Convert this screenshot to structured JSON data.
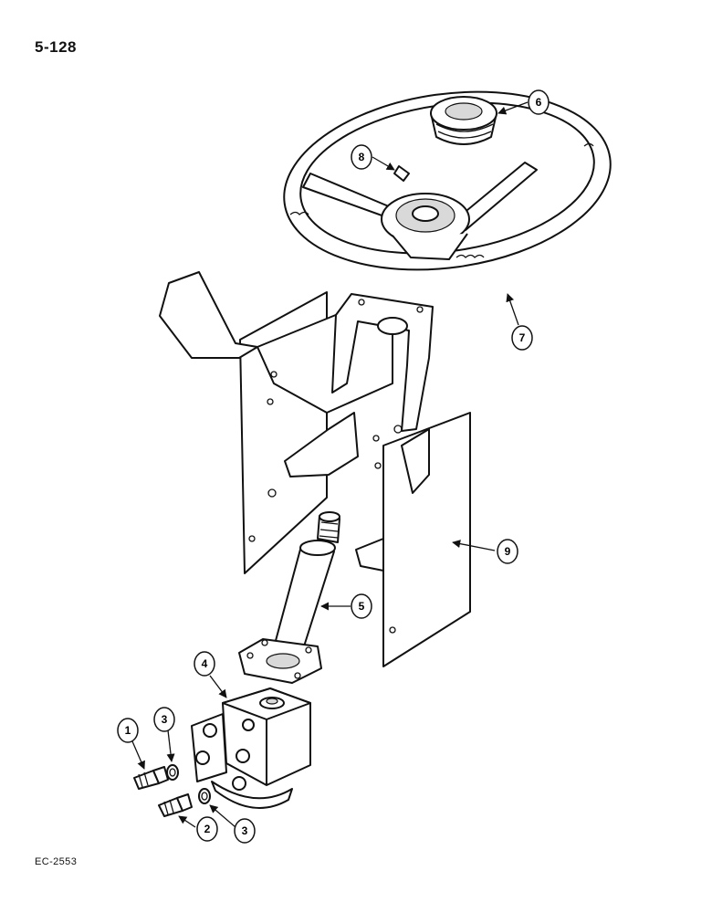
{
  "page_number": "5-128",
  "figure_code": "EC-2553",
  "callouts": {
    "c1": "1",
    "c2": "2",
    "c3a": "3",
    "c3b": "3",
    "c4": "4",
    "c5": "5",
    "c6": "6",
    "c7": "7",
    "c8": "8",
    "c9": "9"
  }
}
